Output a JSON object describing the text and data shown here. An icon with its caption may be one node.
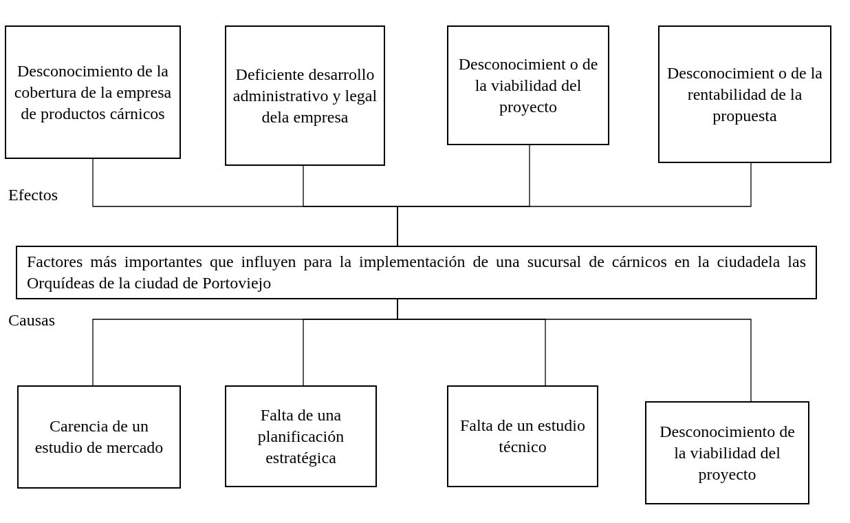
{
  "diagram": {
    "nodes": [
      {
        "text": [
          "Desconocimiento de la cobertura de la empresa de productos cárnicos"
        ]
      },
      {
        "text": [
          "Deficiente desarrollo administrativo y legal dela empresa"
        ]
      },
      {
        "text": [
          "Desconocimient o de la viabilidad del proyecto"
        ]
      },
      {
        "text": [
          "Desconocimient o de la rentabilidad de la propuesta"
        ]
      },
      {
        "text": [
          "Factores más importantes que influyen para la implementación de una sucursal de cárnicos en la ciudadela las Orquídeas de la ciudad de Portoviejo"
        ]
      },
      {
        "text": [
          "Carencia de un estudio de mercado"
        ]
      },
      {
        "text": [
          "Falta de una planificación estratégica"
        ]
      },
      {
        "text": [
          "Falta de un estudio técnico"
        ]
      },
      {
        "text": [
          "Desconocimiento de la viabilidad del proyecto"
        ]
      }
    ],
    "edges": [
      {
        "from": 0,
        "to": 4,
        "arrow": "none"
      },
      {
        "from": 1,
        "to": 4,
        "arrow": "none"
      },
      {
        "from": 2,
        "to": 4,
        "arrow": "none"
      },
      {
        "from": 3,
        "to": 4,
        "arrow": "none"
      },
      {
        "from": 4,
        "to": 5,
        "arrow": "none"
      },
      {
        "from": 4,
        "to": 6,
        "arrow": "none"
      },
      {
        "from": 4,
        "to": 7,
        "arrow": "none"
      },
      {
        "from": 4,
        "to": 8,
        "arrow": "none"
      }
    ],
    "labels": [
      "Efectos",
      "Causas"
    ]
  }
}
